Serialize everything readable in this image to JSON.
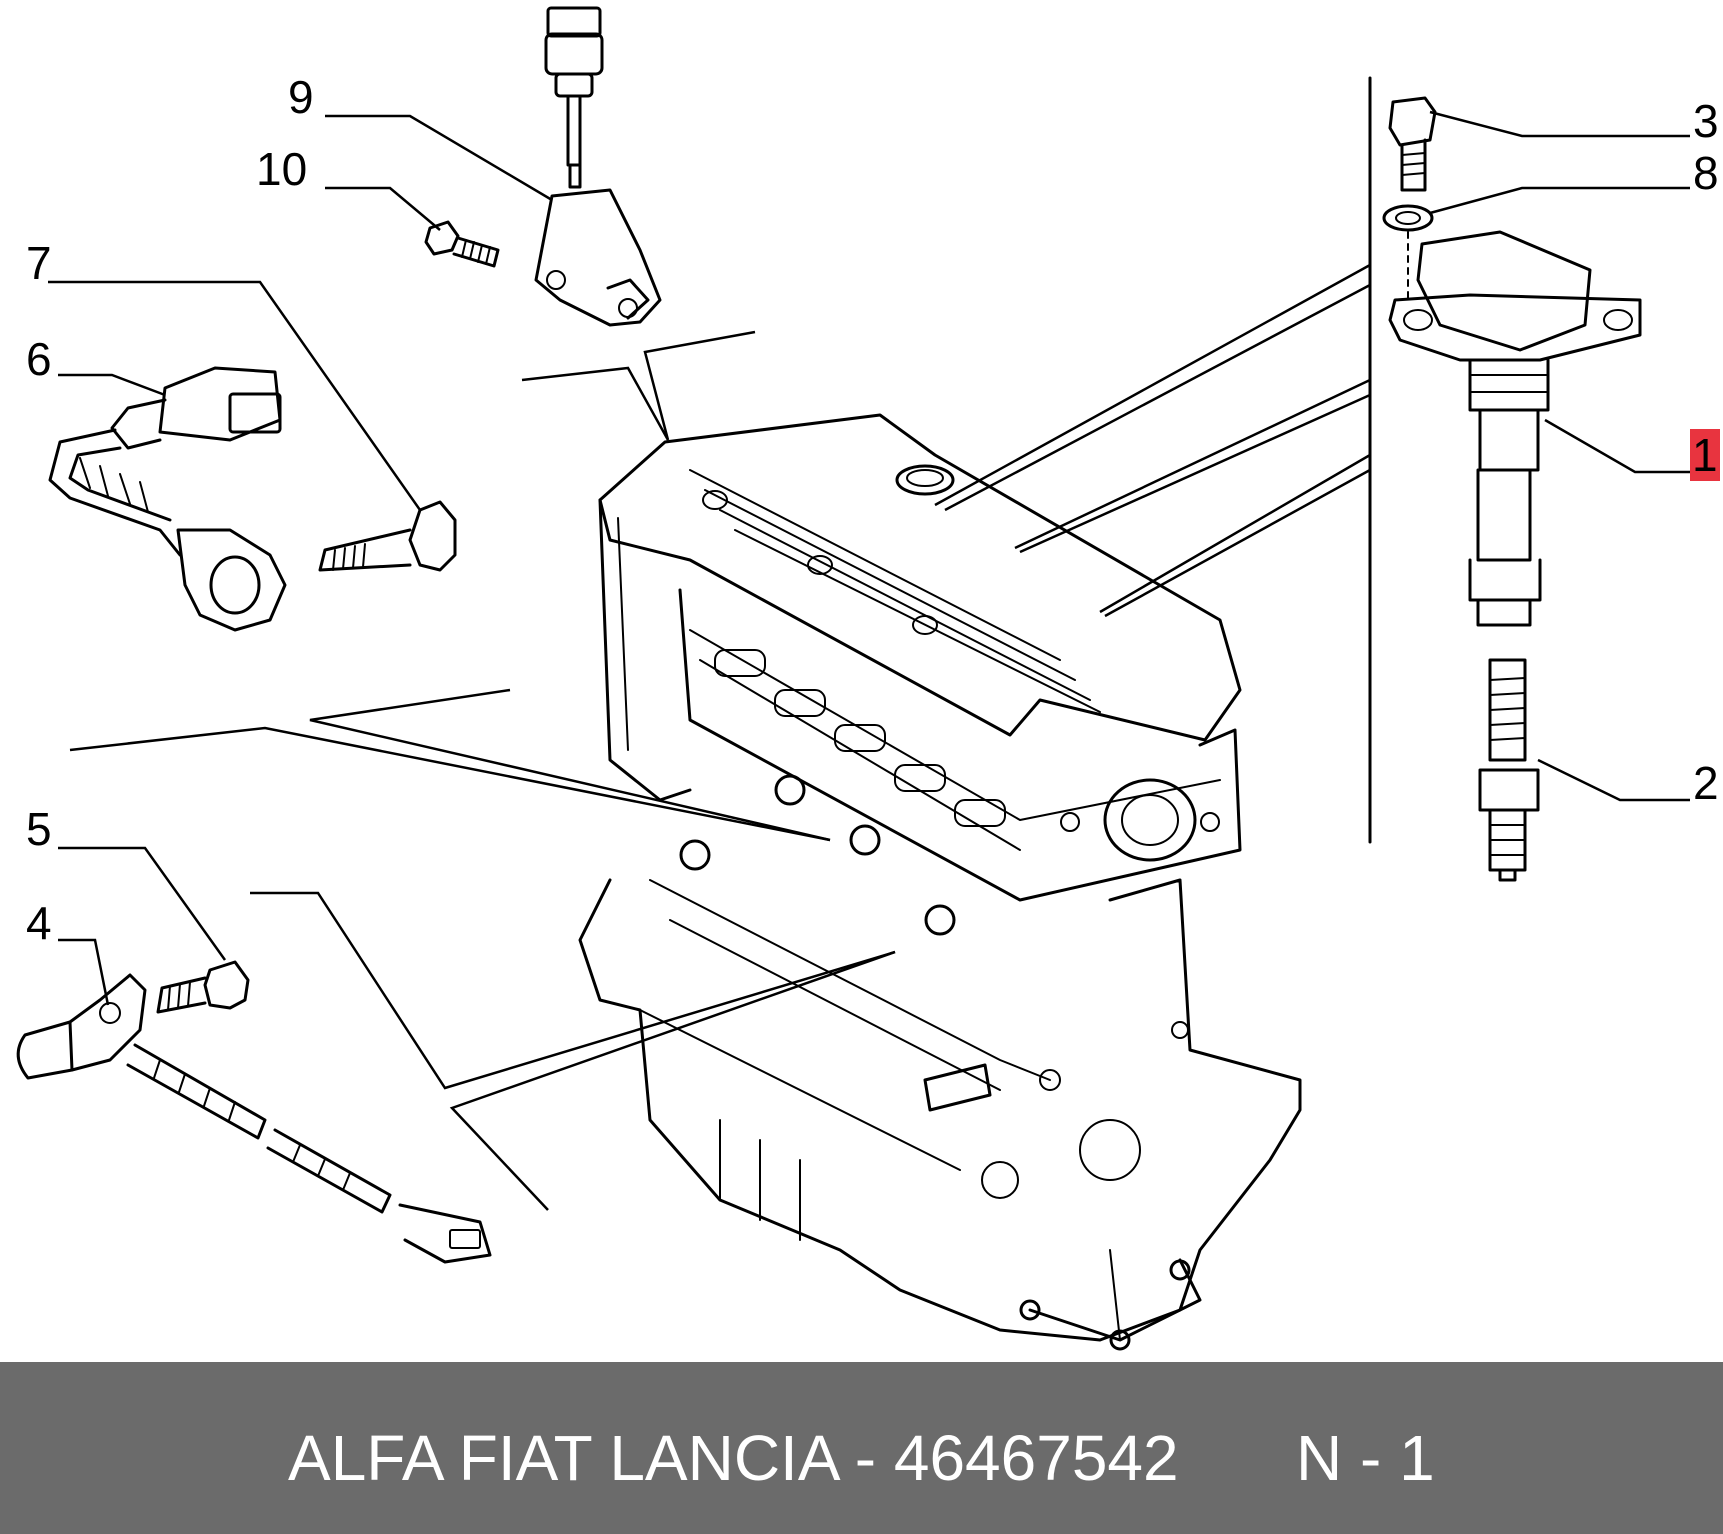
{
  "callouts": {
    "c1": "1",
    "c2": "2",
    "c3": "3",
    "c4": "4",
    "c5": "5",
    "c6": "6",
    "c7": "7",
    "c8": "8",
    "c9": "9",
    "c10": "10"
  },
  "highlight_color": "#e8343f",
  "footer": {
    "title": "ALFA FIAT LANCIA - 46467542",
    "code": "N - 1",
    "background": "#6b6b6b",
    "text_color": "#ffffff"
  }
}
